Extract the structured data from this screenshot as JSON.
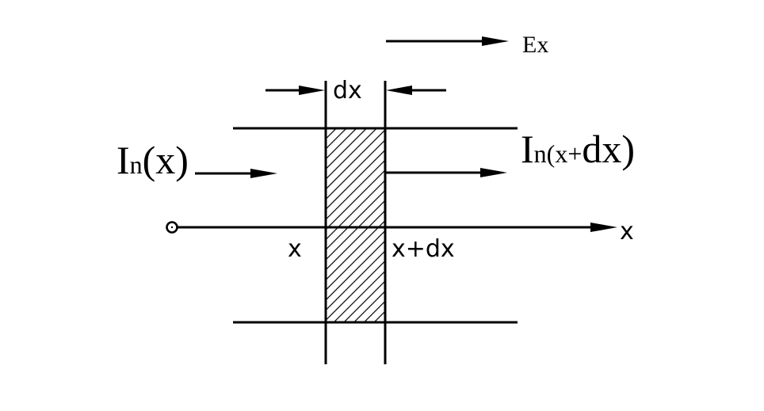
{
  "labels": {
    "field": "Ex",
    "width": "dx",
    "current_in_main": "I",
    "current_in_sub": "n",
    "current_in_arg": "(x)",
    "current_out_main": "I",
    "current_out_sub": "n(x+",
    "current_out_big": "dx",
    "current_out_close": ")",
    "origin": "o",
    "axis": "x",
    "position_left": "x",
    "position_right": "x+dx"
  },
  "colors": {
    "ink": "#000000",
    "background": "#ffffff"
  }
}
